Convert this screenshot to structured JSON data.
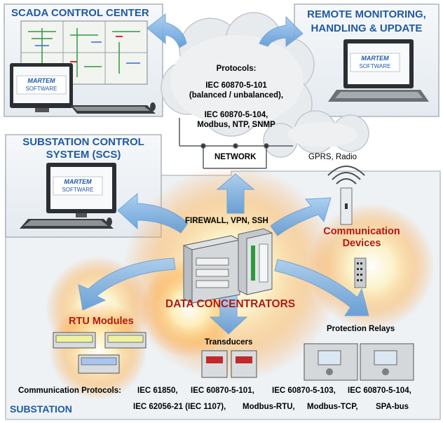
{
  "scada": {
    "title": "SCADA CONTROL CENTER"
  },
  "remote": {
    "title_line1": "REMOTE MONITORING,",
    "title_line2": "HANDLING &  UPDATE"
  },
  "scs": {
    "title_line1": "SUBSTATION CONTROL",
    "title_line2": "SYSTEM (SCS)"
  },
  "brand": {
    "logo_top": "MARTEM",
    "logo_bottom": "SOFTWARE"
  },
  "cloud": {
    "protocols_title": "Protocols:",
    "line1": "IEC 60870-5-101",
    "line2": "(balanced / unbalanced),",
    "line3": "IEC 60870-5-104,",
    "line4": "Modbus,  NTP,  SNMP"
  },
  "network": {
    "label": "NETWORK"
  },
  "gprs": {
    "label": "GPRS, Radio"
  },
  "firewall": {
    "label": "FIREWALL, VPN,  SSH"
  },
  "comm_devices": {
    "line1": "Communication",
    "line2": "Devices"
  },
  "data_concentrators": {
    "label": "DATA CONCENTRATORS"
  },
  "rtu": {
    "label": "RTU Modules"
  },
  "transducers": {
    "label": "Transducers"
  },
  "relays": {
    "label": "Protection Relays"
  },
  "bottom": {
    "protocols_label": "Communication Protocols:",
    "p1": "IEC 61850,",
    "p2": "IEC 60870-5-101,",
    "p3": "IEC 60870-5-103,",
    "p4": "IEC 60870-5-104,",
    "p5": "IEC 62056-21 (IEC 1107),",
    "p6": "Modbus-RTU,",
    "p7": "Modbus-TCP,",
    "p8": "SPA-bus"
  },
  "substation": {
    "label": "SUBSTATION"
  },
  "colors": {
    "title_blue": "#1f5aa3",
    "title_red": "#b11a16",
    "arrow_blue": "#7fb2e5",
    "panel_bg": "#eef2f5"
  }
}
